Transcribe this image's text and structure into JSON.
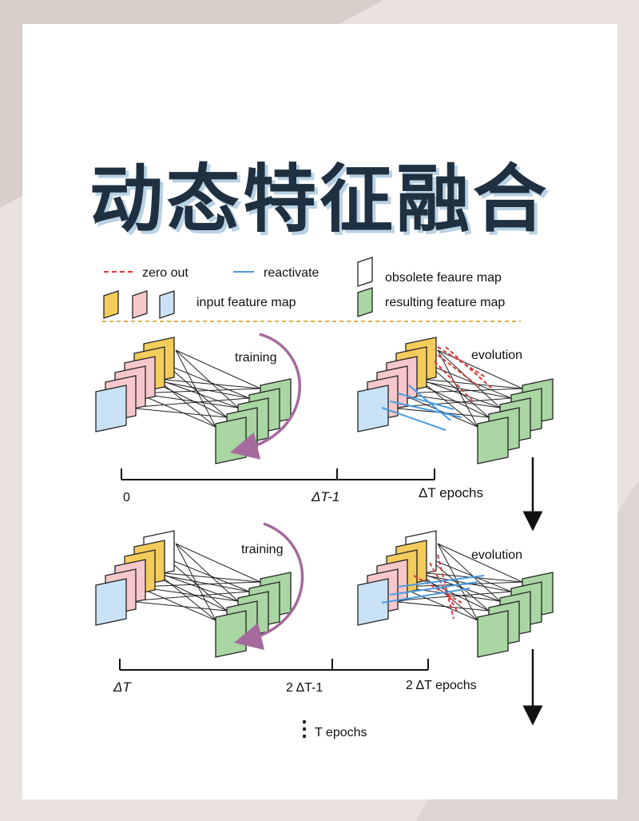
{
  "title": "动态特征融合",
  "legend": {
    "zero_out": "zero out",
    "reactivate": "reactivate",
    "obsolete": "obsolete feaure map",
    "input": "input feature map",
    "resulting": "resulting feature map"
  },
  "row1": {
    "training": "training",
    "evolution": "evolution",
    "tick_start": "0",
    "tick_mid": "ΔT-1",
    "tick_end": "ΔT  epochs"
  },
  "row2": {
    "training": "training",
    "evolution": "evolution",
    "tick_start": "ΔT",
    "tick_mid": "2 ΔT-1",
    "tick_end": "2 ΔT epochs"
  },
  "final": {
    "ellipsis": "⋮",
    "label": "T epochs"
  },
  "colors": {
    "yellow": "#f4cc5c",
    "pink": "#f6c8cb",
    "blue": "#c9e2f6",
    "green": "#a9d6a2",
    "zero_out": "#d93a3a",
    "reactivate": "#4a9be0",
    "arc": "#a56a9e",
    "divider": "#e0b24a"
  }
}
